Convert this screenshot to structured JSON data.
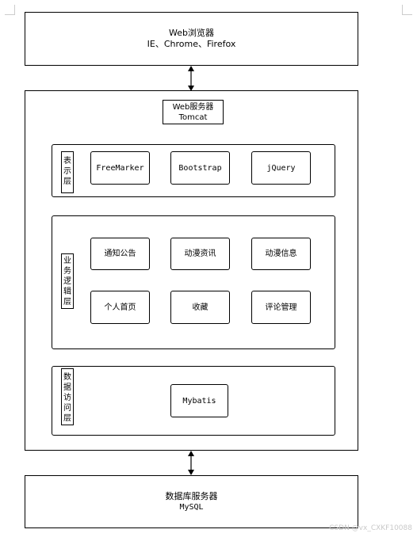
{
  "browser": {
    "title": "Web浏览器",
    "subtitle": "IE、Chrome、Firefox"
  },
  "server": {
    "title": "Web服务器",
    "subtitle": "Tomcat",
    "presentation_layer": {
      "label": "表示层",
      "items": [
        "FreeMarker",
        "Bootstrap",
        "jQuery"
      ]
    },
    "business_layer": {
      "label": "业务逻辑层",
      "items": [
        "通知公告",
        "动漫资讯",
        "动漫信息",
        "个人首页",
        "收藏",
        "评论管理"
      ]
    },
    "data_layer": {
      "label": "数据访问层",
      "items": [
        "Mybatis"
      ]
    }
  },
  "database": {
    "title": "数据库服务器",
    "subtitle": "MySQL"
  },
  "watermark": "CSDN @vx_CXKF10088"
}
